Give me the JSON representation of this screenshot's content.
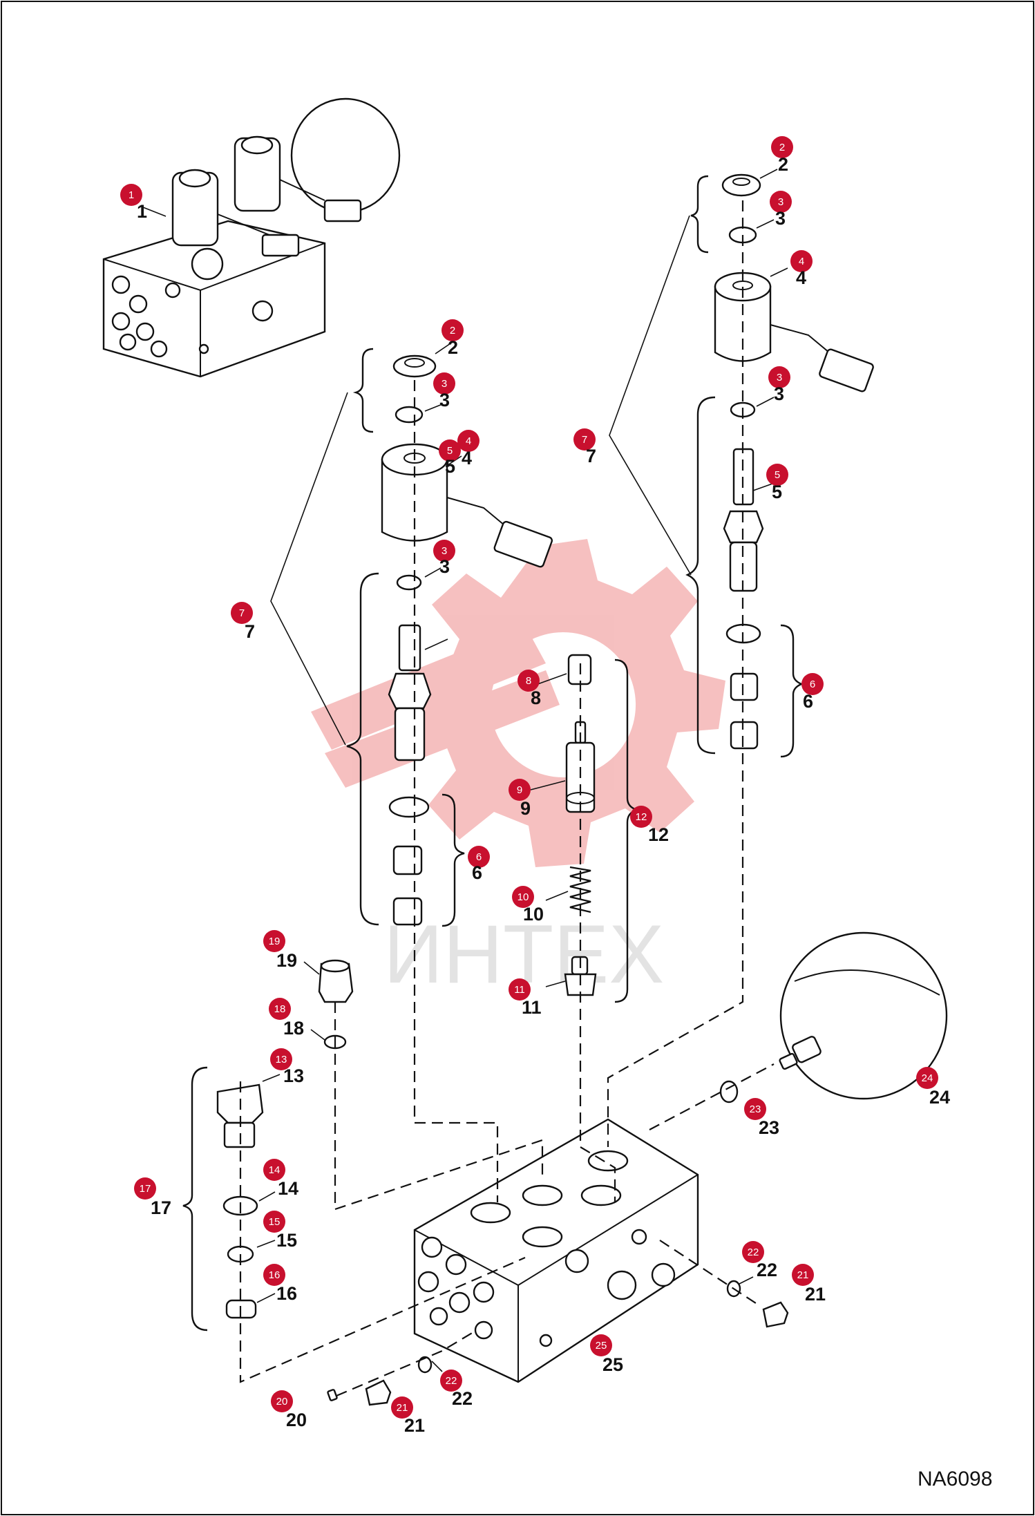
{
  "diagram": {
    "code": "NA6098",
    "watermark_text": "ИНТЕХ",
    "badge_color": "#c8102e",
    "watermark_color": "#f4b5b5",
    "callouts": [
      {
        "num": "1"
      },
      {
        "num": "2"
      },
      {
        "num": "3"
      },
      {
        "num": "3"
      },
      {
        "num": "4"
      },
      {
        "num": "5"
      },
      {
        "num": "6"
      },
      {
        "num": "7"
      },
      {
        "num": "2"
      },
      {
        "num": "3"
      },
      {
        "num": "4"
      },
      {
        "num": "3"
      },
      {
        "num": "7"
      },
      {
        "num": "5"
      },
      {
        "num": "6"
      },
      {
        "num": "8"
      },
      {
        "num": "9"
      },
      {
        "num": "10"
      },
      {
        "num": "11"
      },
      {
        "num": "12"
      },
      {
        "num": "19"
      },
      {
        "num": "18"
      },
      {
        "num": "13"
      },
      {
        "num": "17"
      },
      {
        "num": "14"
      },
      {
        "num": "15"
      },
      {
        "num": "16"
      },
      {
        "num": "20"
      },
      {
        "num": "21"
      },
      {
        "num": "22"
      },
      {
        "num": "25"
      },
      {
        "num": "22"
      },
      {
        "num": "21"
      },
      {
        "num": "23"
      },
      {
        "num": "24"
      }
    ]
  }
}
